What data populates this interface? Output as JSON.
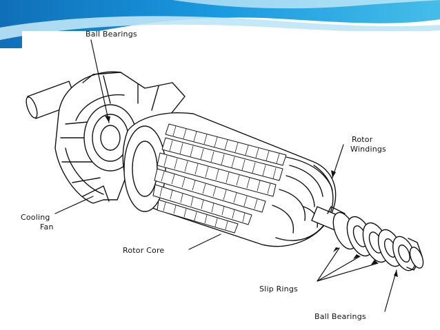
{
  "labels": {
    "ball_bearings_top": "Ball Bearings",
    "rotor_windings_line1": "Rotor",
    "rotor_windings_line2": "Windings",
    "cooling_fan_line1": "Cooling",
    "cooling_fan_line2": "Fan",
    "rotor_core": "Rotor Core",
    "slip_rings": "Slip Rings",
    "ball_bearings_bottom": "Ball Bearings"
  },
  "colors": {
    "band_blue": "#1a88d8",
    "band_light": "#bfe6f7",
    "ink": "#111111",
    "background": "#ffffff"
  }
}
